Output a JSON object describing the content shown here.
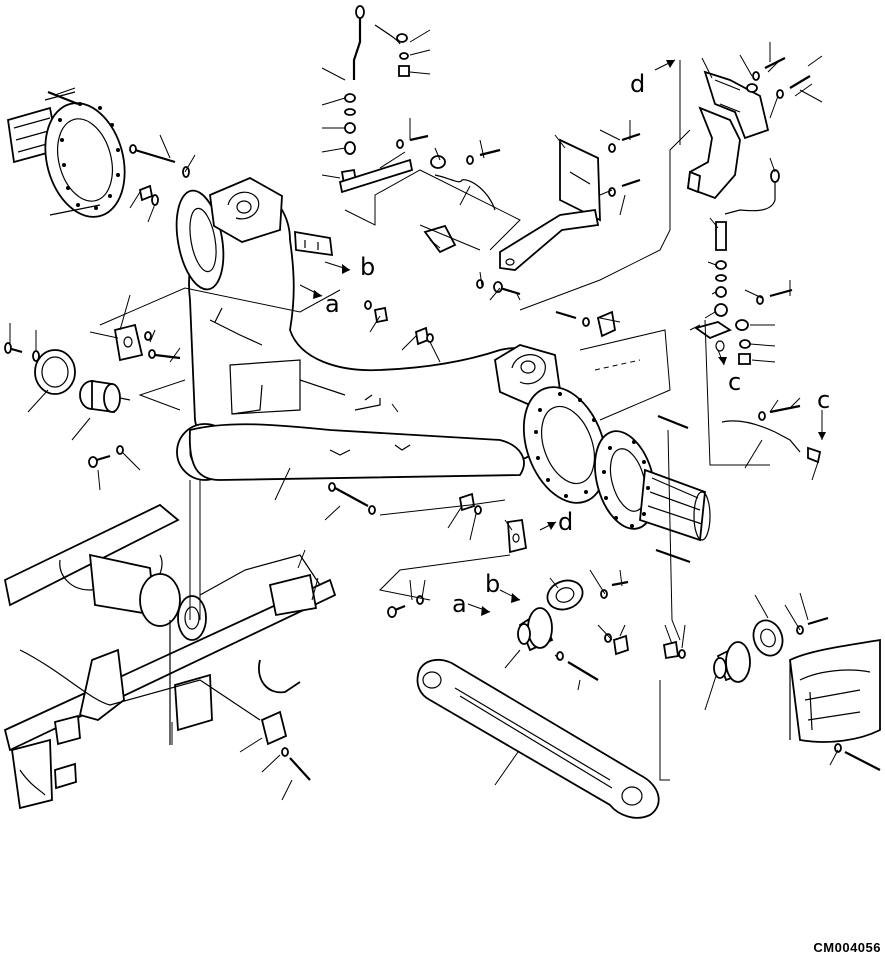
{
  "drawing_code": "CM004056",
  "callouts": {
    "a": "a",
    "b": "b",
    "c": "c",
    "d": "d"
  }
}
